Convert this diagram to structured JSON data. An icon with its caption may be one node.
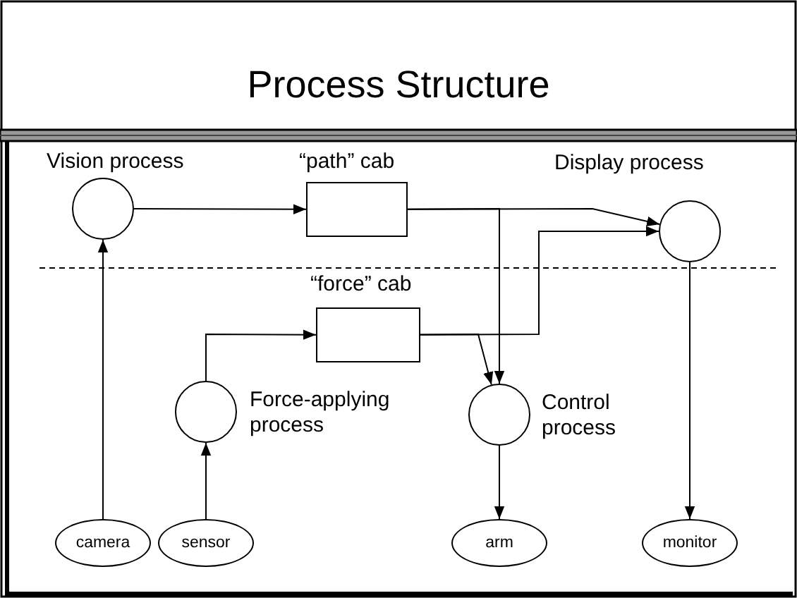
{
  "diagram": {
    "title": "Process Structure",
    "nodes": [
      {
        "text": [
          "Vision process"
        ]
      },
      {
        "text": [
          "“path” cab"
        ]
      },
      {
        "text": [
          "Display process"
        ]
      },
      {
        "text": [
          "“force” cab"
        ]
      },
      {
        "text": [
          "Force-applying process"
        ]
      },
      {
        "text": [
          "Control process"
        ]
      },
      {
        "text": [
          "camera"
        ]
      },
      {
        "text": [
          "sensor"
        ]
      },
      {
        "text": [
          "arm"
        ]
      },
      {
        "text": [
          "monitor"
        ]
      }
    ],
    "edges": [
      {
        "from": 0,
        "to": 1,
        "arrow": "to"
      },
      {
        "from": 1,
        "to": 2,
        "arrow": "to"
      },
      {
        "from": 1,
        "to": 5,
        "arrow": "to"
      },
      {
        "from": 3,
        "to": 2,
        "arrow": "to"
      },
      {
        "from": 3,
        "to": 5,
        "arrow": "to"
      },
      {
        "from": 4,
        "to": 3,
        "arrow": "to"
      },
      {
        "from": 6,
        "to": 0,
        "arrow": "to"
      },
      {
        "from": 7,
        "to": 4,
        "arrow": "to"
      },
      {
        "from": 5,
        "to": 8,
        "arrow": "to"
      },
      {
        "from": 2,
        "to": 9,
        "arrow": "to"
      }
    ]
  }
}
